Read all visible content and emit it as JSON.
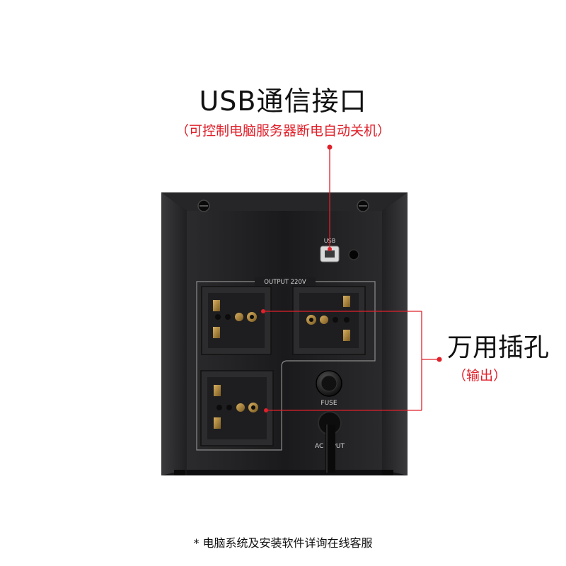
{
  "usb_title": "USB通信接口",
  "usb_subtitle": "（可控制电脑服务器断电自动关机）",
  "outlet_title": "万用插孔",
  "outlet_subtitle": "（输出）",
  "footnote": "* 电脑系统及安装软件详询在线客服",
  "panel": {
    "usb_label": "USB",
    "output_label": "OUTPUT 220V",
    "fuse_label": "FUSE",
    "ac_input_label": "AC INPUT"
  },
  "colors": {
    "accent": "#e0202a",
    "body": "#1c1c1e",
    "socket": "#2a2a2a",
    "brass": "#b48c3c"
  }
}
